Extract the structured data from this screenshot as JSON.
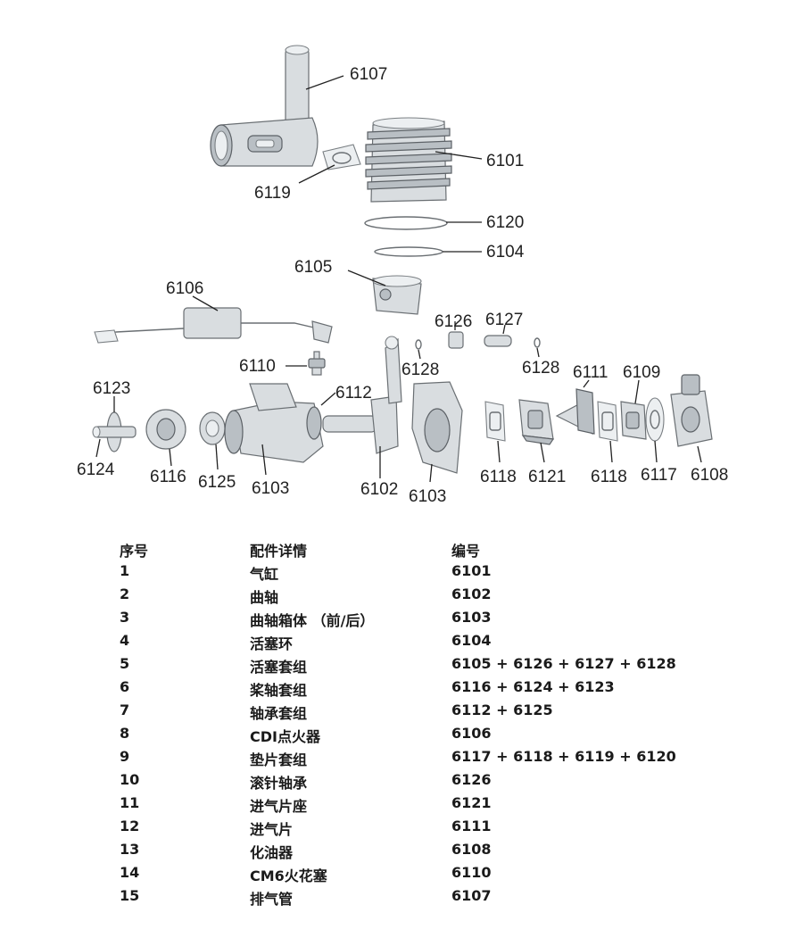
{
  "callouts": {
    "c6107": "6107",
    "c6101": "6101",
    "c6119": "6119",
    "c6120": "6120",
    "c6104": "6104",
    "c6105": "6105",
    "c6106": "6106",
    "c6126": "6126",
    "c6127": "6127",
    "c6110": "6110",
    "c6128a": "6128",
    "c6128b": "6128",
    "c6111": "6111",
    "c6109": "6109",
    "c6112": "6112",
    "c6123": "6123",
    "c6124": "6124",
    "c6116": "6116",
    "c6125": "6125",
    "c6103a": "6103",
    "c6102": "6102",
    "c6103b": "6103",
    "c6118a": "6118",
    "c6121": "6121",
    "c6118b": "6118",
    "c6117": "6117",
    "c6108": "6108"
  },
  "table": {
    "headers": [
      "序号",
      "配件详情",
      "编号"
    ],
    "rows": [
      [
        "1",
        "气缸",
        "6101"
      ],
      [
        "2",
        "曲轴",
        "6102"
      ],
      [
        "3",
        "曲轴箱体 （前/后）",
        "6103"
      ],
      [
        "4",
        "活塞环",
        "6104"
      ],
      [
        "5",
        "活塞套组",
        "6105 + 6126 + 6127 + 6128"
      ],
      [
        "6",
        "桨轴套组",
        "6116 + 6124 + 6123"
      ],
      [
        "7",
        "轴承套组",
        "6112 + 6125"
      ],
      [
        "8",
        "CDI点火器",
        "6106"
      ],
      [
        "9",
        "垫片套组",
        "6117 + 6118 + 6119 + 6120"
      ],
      [
        "10",
        "滚针轴承",
        "6126"
      ],
      [
        "11",
        "进气片座",
        "6121"
      ],
      [
        "12",
        "进气片",
        "6111"
      ],
      [
        "13",
        "化油器",
        "6108"
      ],
      [
        "14",
        "CM6火花塞",
        "6110"
      ],
      [
        "15",
        "排气管",
        "6107"
      ]
    ]
  }
}
